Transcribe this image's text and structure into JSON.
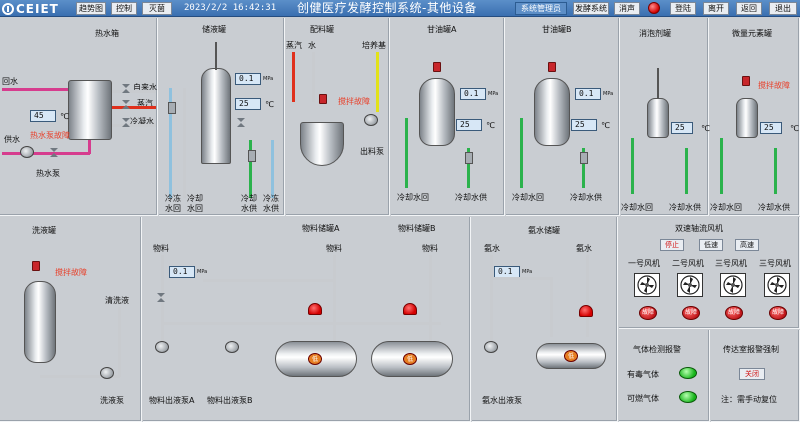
{
  "header": {
    "logo": "CEIET",
    "nav": [
      "趋势图",
      "控制",
      "灭菌"
    ],
    "datetime": "2023/2/2  16:42:31",
    "title": "创健医疗发酵控制系统-其他设备",
    "buttons": [
      "系统管理员",
      "发酵系统",
      "消声",
      "登陆",
      "离开",
      "返回",
      "退出"
    ]
  },
  "hot_water_tank": {
    "title": "热水箱",
    "labels": [
      "回水",
      "自来水",
      "蒸汽",
      "冷凝水",
      "供水"
    ],
    "temp": "45",
    "temp_unit": "℃",
    "fault": "热水泵故障",
    "pump": "热水泵"
  },
  "storage_tank": {
    "title": "储液罐",
    "pressure": "0.1",
    "pressure_unit": "MPa",
    "temp": "25",
    "temp_unit": "℃",
    "outlets": [
      "冷冻\n水回",
      "冷却\n水回",
      "冷却\n水供",
      "冷冻\n水供"
    ]
  },
  "mixing_tank": {
    "title": "配料罐",
    "inlets": [
      "蒸汽",
      "水",
      "培养基"
    ],
    "fault": "搅拌故障",
    "pump": "出料泵"
  },
  "glycerol_a": {
    "title": "甘油罐A",
    "pressure": "0.1",
    "pressure_unit": "MPa",
    "temp": "25",
    "temp_unit": "℃",
    "outlets": [
      "冷却水回",
      "冷却水供"
    ]
  },
  "glycerol_b": {
    "title": "甘油罐B",
    "pressure": "0.1",
    "pressure_unit": "MPa",
    "temp": "25",
    "temp_unit": "℃",
    "outlets": [
      "冷却水回",
      "冷却水供"
    ]
  },
  "antifoam_tank": {
    "title": "消泡剂罐",
    "temp": "25",
    "temp_unit": "℃",
    "outlets": [
      "冷却水回",
      "冷却水供"
    ]
  },
  "trace_tank": {
    "title": "微量元素罐",
    "fault": "搅拌故障",
    "temp": "25",
    "temp_unit": "℃",
    "outlets": [
      "冷却水回",
      "冷却水供"
    ]
  },
  "wash_tank": {
    "title": "洗液罐",
    "fault": "搅拌故障",
    "label": "清洗液",
    "pump": "洗液泵"
  },
  "material_storage": {
    "title_a": "物料储罐A",
    "title_b": "物料储罐B",
    "inlet": "物料",
    "inlet_a": "物料",
    "inlet_b": "物料",
    "pressure": "0.1",
    "pressure_unit": "MPa",
    "pump_a": "物料出液泵A",
    "pump_b": "物料出液泵B",
    "tank_badge": "低"
  },
  "ammonia_storage": {
    "title": "氨水储罐",
    "inlet": "氨水",
    "inlet2": "氨水",
    "pressure": "0.1",
    "pressure_unit": "MPa",
    "pump": "氨水出液泵",
    "tank_badge": "低"
  },
  "fans": {
    "title": "双速轴流风机",
    "buttons": [
      "停止",
      "低速",
      "高速"
    ],
    "names": [
      "一号风机",
      "二号风机",
      "三号风机",
      "三号风机"
    ],
    "fault": "故障"
  },
  "gas_alarm": {
    "title": "气体检测报警",
    "items": [
      "有毒气体",
      "可燃气体"
    ]
  },
  "guard_alarm": {
    "title": "传达室报警强制",
    "button": "关闭",
    "note": "注：需手动复位"
  },
  "colors": {
    "hot_pipe": "#d63c8e",
    "red_pipe": "#e0301c",
    "green_pipe": "#2bb24c",
    "blue_pipe": "#8fc1de",
    "yellow_pipe": "#e2e21a",
    "grey_pipe": "#c8cbcf",
    "fault_text": "#e8402a"
  }
}
